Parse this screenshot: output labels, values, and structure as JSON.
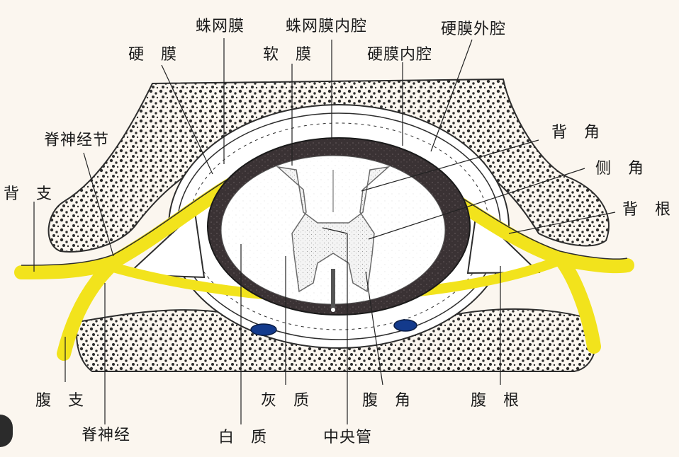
{
  "diagram": {
    "colors": {
      "nerve": "#f2e31c",
      "dura": "#ffffff",
      "bone": "#2d2d2d",
      "csf_space": "#3a3234",
      "white_matter": "#ffffff",
      "gray_matter": "#efefef",
      "vein": "#133a8c"
    },
    "labels": {
      "arachnoid": "蛛网膜",
      "subarachnoid": "蛛网膜内腔",
      "dura": "硬　膜",
      "pia": "软　膜",
      "subdural": "硬膜内腔",
      "epidural": "硬膜外腔",
      "ganglion": "脊神经节",
      "dorsal_horn": "背　角",
      "lateral_horn": "侧　角",
      "dorsal_root": "背　根",
      "dorsal_branch": "背　支",
      "ventral_branch": "腹　支",
      "spinal_nerve": "脊神经",
      "white_matter": "白　质",
      "gray_matter": "灰　质",
      "central_canal": "中央管",
      "ventral_horn": "腹　角",
      "ventral_root": "腹　根"
    }
  }
}
